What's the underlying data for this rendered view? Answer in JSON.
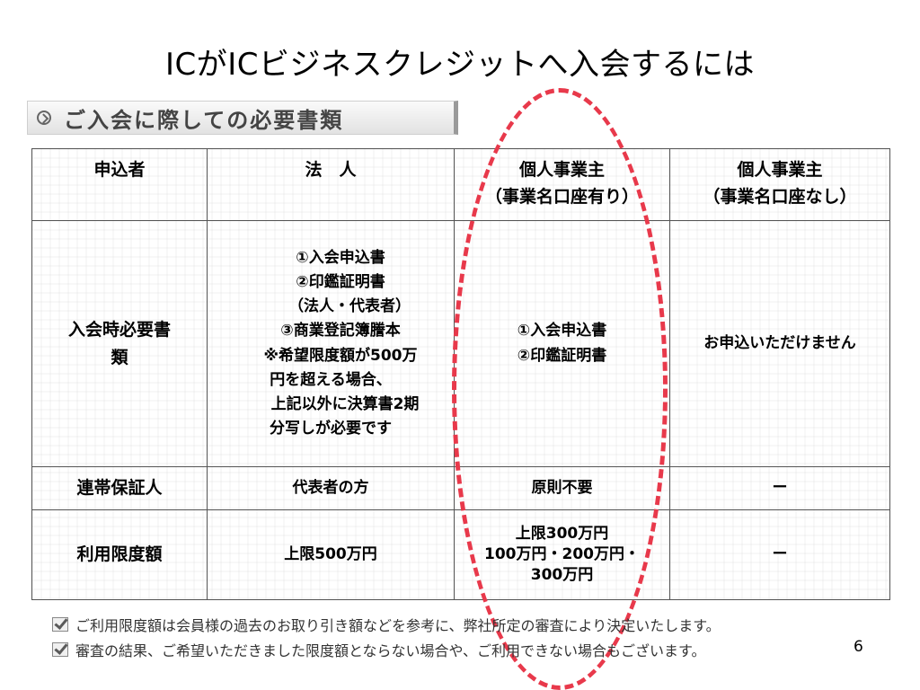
{
  "title": "ICがICビジネスクレジットへ入会するには",
  "section_label": "ご入会に際しての必要書類",
  "table": {
    "headers": {
      "applicant": "申込者",
      "corporation": "法　人",
      "sole_with": [
        "個人事業主",
        "（事業名口座有り）"
      ],
      "sole_without": [
        "個人事業主",
        "（事業名口座なし）"
      ]
    },
    "rows": {
      "documents": {
        "label": [
          "入会時必要書",
          "類"
        ],
        "corporation": [
          "①入会申込書",
          "②印鑑証明書",
          "（法人・代表者）",
          "③商業登記簿謄本",
          "※希望限度額が500万",
          "円を超える場合、",
          "上記以外に決算書2期",
          "分写しが必要です"
        ],
        "sole_with": [
          "①入会申込書",
          "②印鑑証明書"
        ],
        "sole_without": "お申込いただけません"
      },
      "guarantor": {
        "label": "連帯保証人",
        "corporation": "代表者の方",
        "sole_with": "原則不要",
        "sole_without": "ー"
      },
      "limit": {
        "label": "利用限度額",
        "corporation": "上限500万円",
        "sole_with": [
          "上限300万円",
          "100万円・200万円・",
          "300万円"
        ],
        "sole_without": "ー"
      }
    }
  },
  "notes": [
    "ご利用限度額は会員様の過去のお取り引き額などを参考に、弊社所定の審査により決定いたします。",
    "審査の結果、ご希望いただきました限度額とならない場合や、ご利用できない場合もございます。"
  ],
  "page_number": "6",
  "highlight_color": "#e8394b"
}
